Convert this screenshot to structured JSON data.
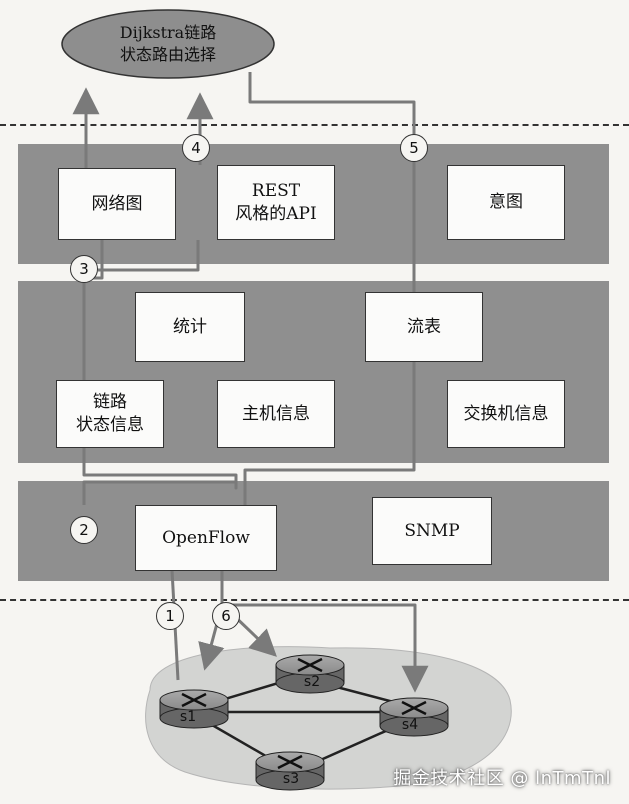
{
  "algorithm": {
    "title": "Dijkstra链路\n状态路由选择"
  },
  "app_layer": {
    "graph": "网络图",
    "rest_api": "REST\n风格的API",
    "intent": "意图"
  },
  "state_layer": {
    "statistics": "统计",
    "flow_table": "流表",
    "link_state": "链路\n状态信息",
    "host_info": "主机信息",
    "switch_info": "交换机信息"
  },
  "comm_layer": {
    "openflow": "OpenFlow",
    "snmp": "SNMP"
  },
  "steps": [
    "1",
    "2",
    "3",
    "4",
    "5",
    "6"
  ],
  "routers": [
    "s1",
    "s2",
    "s3",
    "s4"
  ],
  "watermark": "掘金技术社区 @ lnTmTnl"
}
